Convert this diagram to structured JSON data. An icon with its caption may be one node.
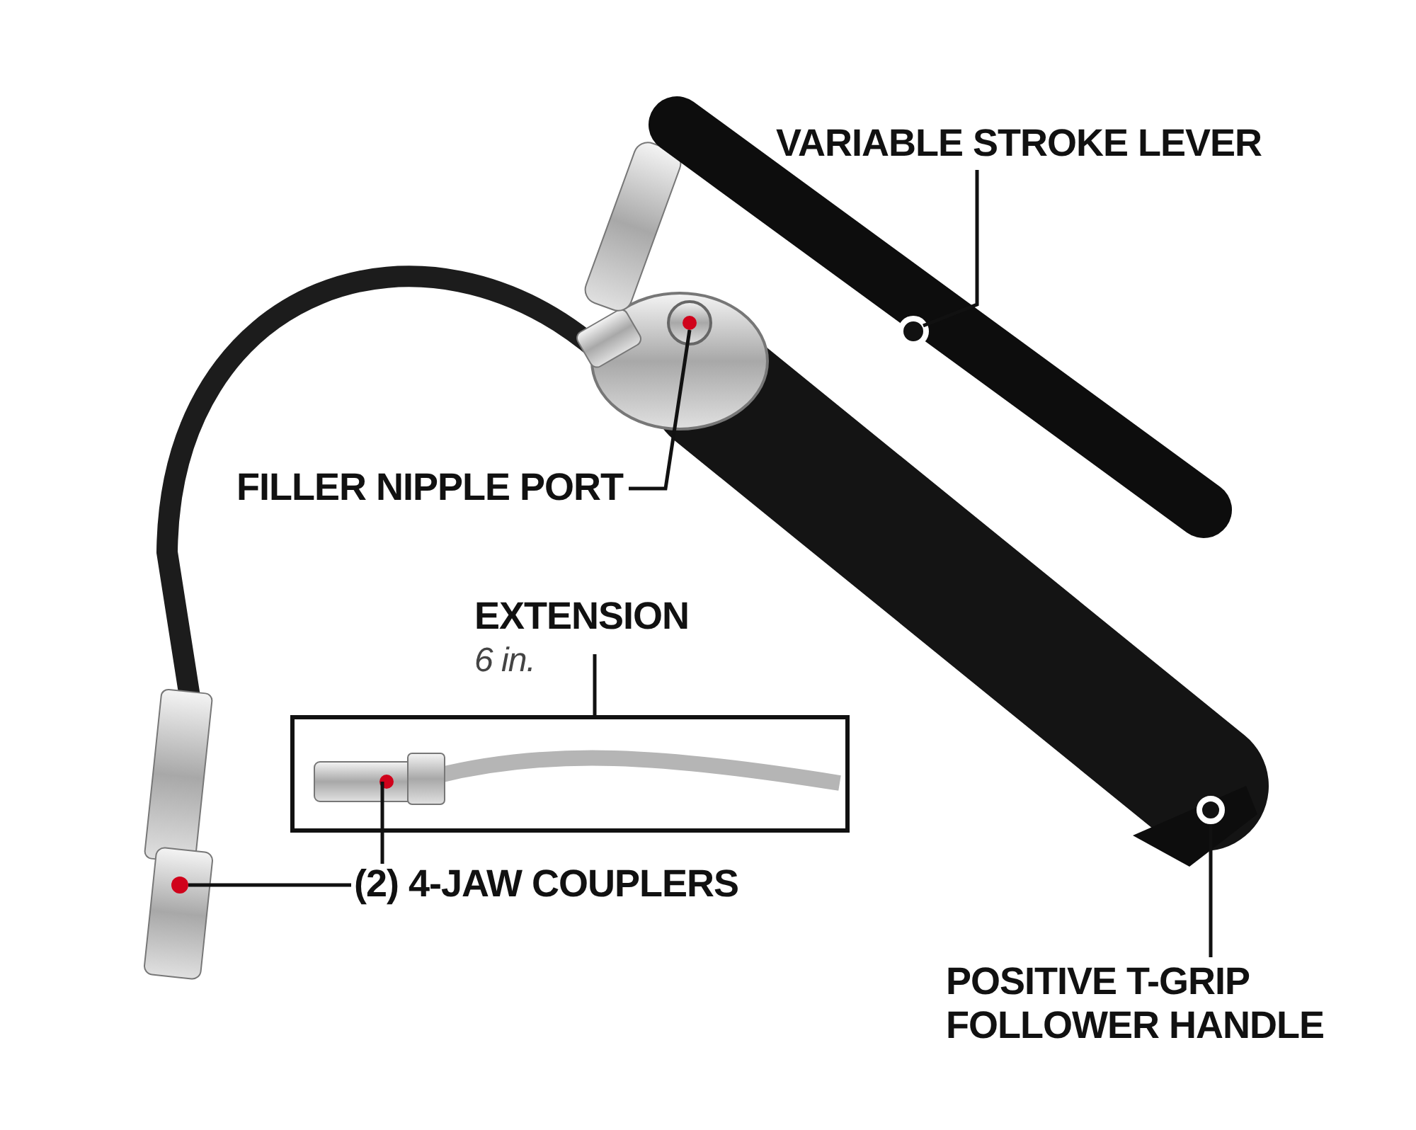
{
  "diagram": {
    "nodes": [
      {
        "text": [
          "VARIABLE STROKE LEVER"
        ]
      },
      {
        "text": [],
        "shape": "picture"
      },
      {
        "text": [
          "FILLER NIPPLE PORT"
        ]
      },
      {
        "text": [],
        "shape": "picture"
      },
      {
        "text": [
          "EXTENSION",
          "6 in."
        ]
      },
      {
        "text": [],
        "shape": "box"
      },
      {
        "text": [],
        "shape": "picture",
        "in": 5
      },
      {
        "text": [
          "(2) 4-JAW COUPLERS"
        ]
      },
      {
        "text": [],
        "shape": "picture"
      },
      {
        "text": [
          "POSITIVE T-GRIP FOLLOWER HANDLE"
        ]
      },
      {
        "text": [],
        "shape": "picture"
      }
    ],
    "edges": [
      {
        "from": 0,
        "to": 1,
        "arrow": "none"
      },
      {
        "from": 2,
        "to": 3,
        "arrow": "none"
      },
      {
        "from": 4,
        "to": 5,
        "arrow": "none"
      },
      {
        "from": 7,
        "to": 6,
        "arrow": "none"
      },
      {
        "from": 7,
        "to": 8,
        "arrow": "none"
      },
      {
        "from": 9,
        "to": 10,
        "arrow": "none"
      }
    ]
  }
}
